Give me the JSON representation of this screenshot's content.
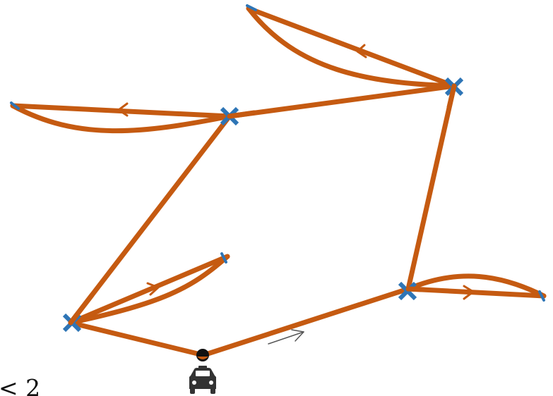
{
  "game": {
    "counter_text": "< 2",
    "colors": {
      "route": "#c55a11",
      "waypoint_marker": "#2e75b6",
      "hint_arrow": "#555555",
      "car_body": "#333333",
      "driver_head": "#111111",
      "driver_face": "#c55a11",
      "background": "#ffffff"
    },
    "icons": {
      "waypoint": "x-marker-icon",
      "vehicle": "car-icon",
      "driver": "driver-icon",
      "direction": "arrow-icon"
    },
    "waypoints": [
      "bottom-left",
      "center-left",
      "top-right",
      "right",
      "top",
      "left",
      "inner",
      "far-right"
    ],
    "vehicle_count": 1
  }
}
